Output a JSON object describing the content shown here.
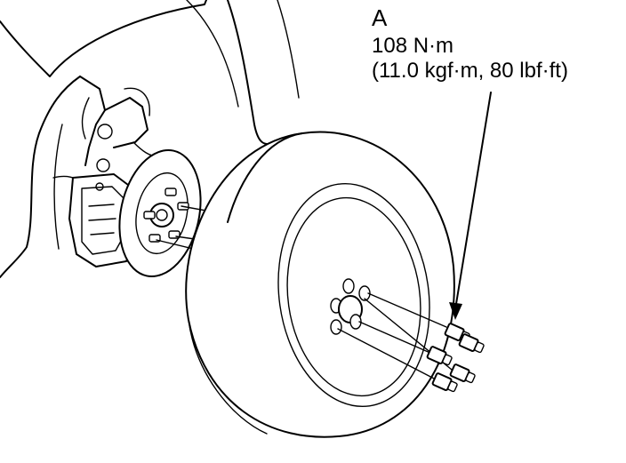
{
  "callout": {
    "letter": "A",
    "torque_nm": "108 N·m",
    "torque_alt": "(11.0 kgf·m, 80 lbf·ft)"
  }
}
